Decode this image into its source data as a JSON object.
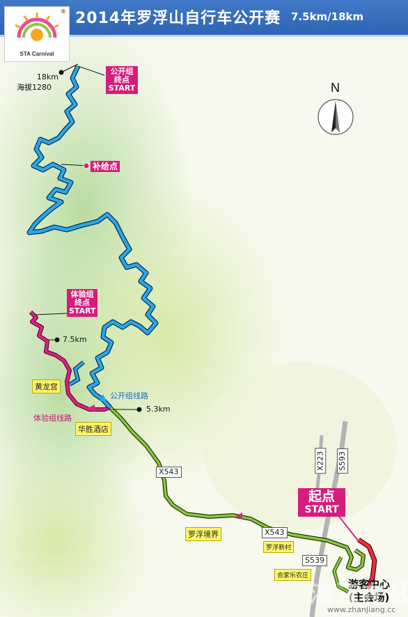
{
  "header": {
    "title": "2014年罗浮山自行车公开赛",
    "distance": "7.5km/18km"
  },
  "logo": {
    "name": "STA Carnival",
    "reg": "®"
  },
  "compass": {
    "north": "N"
  },
  "labels": {
    "public_finish": {
      "line1": "公开组",
      "line2": "终点",
      "line3": "START"
    },
    "summit": {
      "line1": "18km",
      "line2": "海拔1280"
    },
    "supply": "补给点",
    "experience_finish": {
      "line1": "体验组",
      "line2": "终点",
      "line3": "START"
    },
    "km75": "7.5km",
    "huanglong": "黄龙宫",
    "public_route": "公开组线路",
    "km53": "5.3km",
    "experience_route": "体验组线路",
    "huasheng": "华胜酒店",
    "x543_a": "X543",
    "x223": "X223",
    "s593": "S593",
    "start": {
      "line1": "起点",
      "line2": "START"
    },
    "luofu_border": "罗浮境界",
    "x543_b": "X543",
    "luofu_village": "罗浮新村",
    "s539": "S539",
    "hejiale": "合家乐农庄",
    "visitor_center": {
      "line1": "游客中心",
      "line2": "(主会场)"
    },
    "watermark": "湛江在线",
    "watermark_url": "www.zhanjiang.cc"
  },
  "colors": {
    "header": "#2f65b3",
    "public_route": "#29a8e6",
    "experience_route": "#d9237f",
    "green_route": "#8dc63f",
    "start_segment": "#e8333a",
    "highway": "#b3b3b3"
  }
}
